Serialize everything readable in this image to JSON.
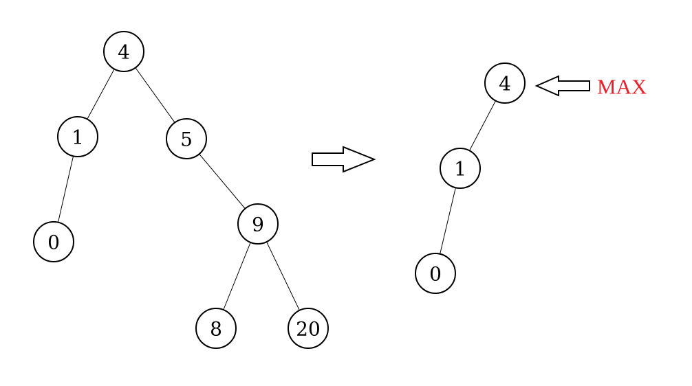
{
  "colors": {
    "max_label": "#e8202a",
    "stroke": "#000000",
    "node_fill": "#ffffff"
  },
  "left_tree": {
    "nodes": [
      {
        "id": "l4",
        "label": "4"
      },
      {
        "id": "l1",
        "label": "1"
      },
      {
        "id": "l5",
        "label": "5"
      },
      {
        "id": "l0",
        "label": "0"
      },
      {
        "id": "l9",
        "label": "9"
      },
      {
        "id": "l8",
        "label": "8"
      },
      {
        "id": "l20",
        "label": "20"
      }
    ],
    "edges": [
      [
        "l4",
        "l1"
      ],
      [
        "l4",
        "l5"
      ],
      [
        "l1",
        "l0"
      ],
      [
        "l5",
        "l9"
      ],
      [
        "l9",
        "l8"
      ],
      [
        "l9",
        "l20"
      ]
    ]
  },
  "right_tree": {
    "nodes": [
      {
        "id": "r4",
        "label": "4"
      },
      {
        "id": "r1",
        "label": "1"
      },
      {
        "id": "r0",
        "label": "0"
      }
    ],
    "edges": [
      [
        "r4",
        "r1"
      ],
      [
        "r1",
        "r0"
      ]
    ]
  },
  "max_pointer": {
    "label": "MAX"
  }
}
